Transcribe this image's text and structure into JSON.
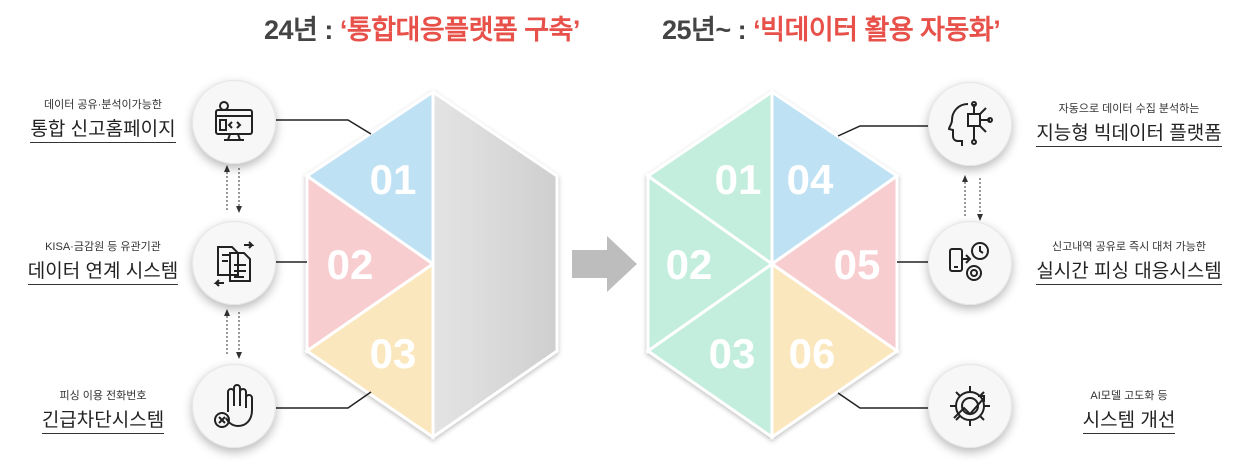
{
  "header": {
    "left_prefix": "24년 : ",
    "left_highlight": "‘통합대응플랫폼 구축’",
    "right_prefix": "25년~ : ",
    "right_highlight": "‘빅데이터 활용 자동화’"
  },
  "left_items": [
    {
      "sub": "데이터 공유·분석이가능한",
      "main": "통합 신고홈페이지",
      "icon": "web-settings-icon"
    },
    {
      "sub": "KISA·금감원 등 유관기관",
      "main": "데이터 연계 시스템",
      "icon": "document-exchange-icon"
    },
    {
      "sub": "피싱 이용 전화번호",
      "main": "긴급차단시스템",
      "icon": "hand-block-icon"
    }
  ],
  "right_items": [
    {
      "sub": "자동으로 데이터 수집 분석하는",
      "main": "지능형 빅데이터 플랫폼",
      "icon": "ai-brain-icon"
    },
    {
      "sub": "신고내역 공유로 즉시 대처 가능한",
      "main": "실시간 피싱 대응시스템",
      "icon": "realtime-gear-icon"
    },
    {
      "sub": "AI모델 고도화 등",
      "main": "시스템 개선",
      "icon": "growth-gear-icon"
    }
  ],
  "left_hex_labels": [
    "01",
    "02",
    "03"
  ],
  "right_hex_labels": [
    "01",
    "02",
    "03",
    "04",
    "05",
    "06"
  ],
  "colors": {
    "blue": "#bfe1f4",
    "pink": "#f8cdd0",
    "yellow": "#fbe7bd",
    "mint": "#c3eedd",
    "gray": "#d9d9d9",
    "accent": "#e8504a"
  }
}
